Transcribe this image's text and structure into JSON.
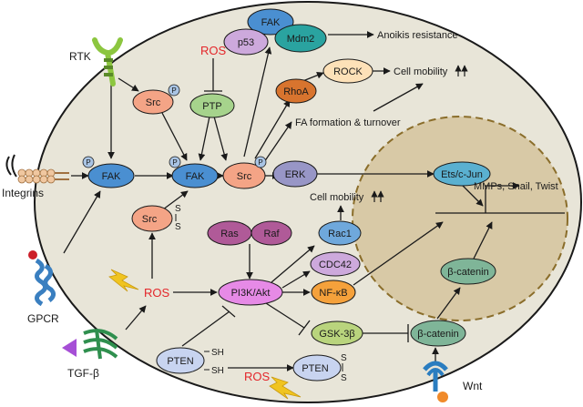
{
  "nodes": {
    "fak_top": "FAK",
    "p53": "p53",
    "mdm2": "Mdm2",
    "anoikis": "Anoikis resistance",
    "rtk": "RTK",
    "ros_top": "ROS",
    "src_p": "Src",
    "ptp": "PTP",
    "rock": "ROCK",
    "cell_mobility_top": "Cell mobility",
    "rhoa": "RhoA",
    "fa_formation": "FA formation & turnover",
    "integrins": "Integrins",
    "fak_left": "FAK",
    "fak_mid": "FAK",
    "src_mid": "Src",
    "erk": "ERK",
    "ets": "Ets/c-Jun",
    "mmps": "MMPs, Snail, Twist",
    "src_ss": "Src",
    "ss_s": "S",
    "ras": "Ras",
    "raf": "Raf",
    "cell_mobility_mid": "Cell mobility",
    "rac1": "Rac1",
    "gpcr": "GPCR",
    "ros_mid": "ROS",
    "pi3k": "PI3K/Akt",
    "cdc42": "CDC42",
    "nfkb": "NF-κB",
    "bcat_nuc": "β-catenin",
    "tgfb": "TGF-β",
    "gsk": "GSK-3β",
    "bcat_cyt": "β-catenin",
    "pten_left": "PTEN",
    "sh": "SH",
    "ros_bottom": "ROS",
    "pten_right": "PTEN",
    "wnt": "Wnt",
    "p": "P"
  },
  "colors": {
    "cell_fill": "#e8e5d8",
    "nucleus_fill": "#d8c9a6",
    "src": "#f4a486",
    "fak": "#4a8fd1",
    "ptp": "#a6d38c",
    "rhoa": "#d8742e",
    "rock": "#fde1b8",
    "p53": "#cda9dc",
    "mdm2": "#2aa3a0",
    "erk": "#9896c6",
    "ets": "#5ab0d0",
    "ras_raf": "#b05a98",
    "rac1": "#6fa8dc",
    "cdc42": "#cda9dc",
    "pi3k": "#e68ae6",
    "nfkb": "#f5a13b",
    "gsk": "#b9d47d",
    "bcat": "#7fb598",
    "pten": "#c8d4f0",
    "ros_red": "#e4262a",
    "bolt": "#f0c420",
    "receptor_green": "#8cc63f",
    "gpcr_blue": "#3a7fc0",
    "tgfb_purple": "#a64fd6"
  }
}
